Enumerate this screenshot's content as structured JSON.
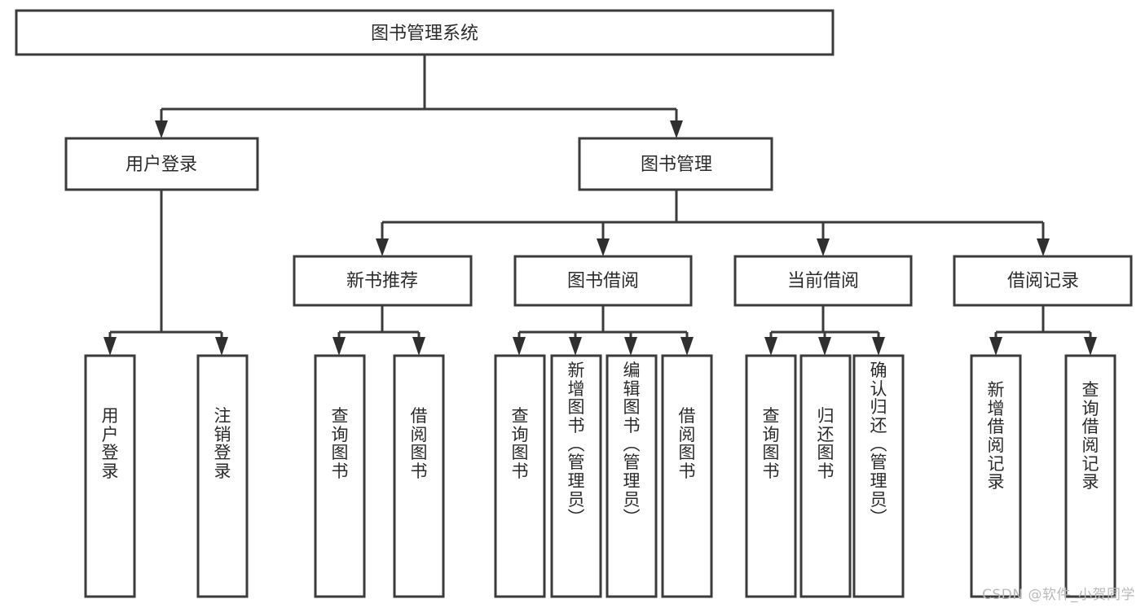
{
  "diagram": {
    "title": "图书管理系统",
    "type": "functional-structure-tree",
    "root": {
      "id": "root",
      "label": "图书管理系统"
    },
    "level2": [
      {
        "id": "user-login",
        "label": "用户登录"
      },
      {
        "id": "book-manage",
        "label": "图书管理"
      }
    ],
    "level3": [
      {
        "id": "new-book-recommend",
        "label": "新书推荐",
        "parent": "book-manage"
      },
      {
        "id": "book-borrow",
        "label": "图书借阅",
        "parent": "book-manage"
      },
      {
        "id": "current-borrow",
        "label": "当前借阅",
        "parent": "book-manage"
      },
      {
        "id": "borrow-record",
        "label": "借阅记录",
        "parent": "book-manage"
      }
    ],
    "leaves": {
      "user-login": [
        {
          "id": "leaf-user-login",
          "label": "用户登录"
        },
        {
          "id": "leaf-logout-login",
          "label": "注销登录"
        }
      ],
      "new-book-recommend": [
        {
          "id": "leaf-query-book-1",
          "label": "查询图书"
        },
        {
          "id": "leaf-borrow-book-1",
          "label": "借阅图书"
        }
      ],
      "book-borrow": [
        {
          "id": "leaf-query-book-2",
          "label": "查询图书"
        },
        {
          "id": "leaf-add-book",
          "label": "新增图书（管理员）"
        },
        {
          "id": "leaf-edit-book",
          "label": "编辑图书（管理员）"
        },
        {
          "id": "leaf-borrow-book-2",
          "label": "借阅图书"
        }
      ],
      "current-borrow": [
        {
          "id": "leaf-query-book-3",
          "label": "查询图书"
        },
        {
          "id": "leaf-return-book",
          "label": "归还图书"
        },
        {
          "id": "leaf-confirm-return",
          "label": "确认归还（管理员）"
        }
      ],
      "borrow-record": [
        {
          "id": "leaf-add-record",
          "label": "新增借阅记录"
        },
        {
          "id": "leaf-query-record",
          "label": "查询借阅记录"
        }
      ]
    }
  },
  "watermark": {
    "text": "CSDN @软件_小贺同学"
  },
  "colors": {
    "box_stroke": "#3b3b3b",
    "box_fill": "#ffffff",
    "text": "#2b2b2b",
    "arrow": "#2f2f2f",
    "background": "#ffffff",
    "watermark": "#b9b9b9"
  }
}
